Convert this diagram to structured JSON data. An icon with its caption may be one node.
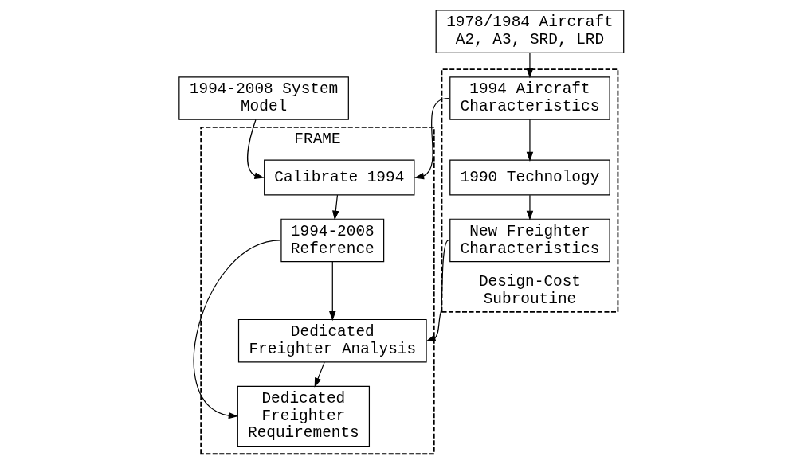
{
  "diagram": {
    "nodes": [
      {
        "text": [
          "1994-2008 System Model"
        ]
      },
      {
        "text": [
          "1978/1984 Aircraft A2, A3, SRD, LRD"
        ]
      },
      {
        "text": [
          "FRAME"
        ]
      },
      {
        "text": [
          "Calibrate 1994"
        ],
        "in": 2
      },
      {
        "text": [
          "1994-2008 Reference"
        ],
        "in": 2
      },
      {
        "text": [
          "Dedicated Freighter Analysis"
        ],
        "in": 2
      },
      {
        "text": [
          "Dedicated Freighter Requirements"
        ],
        "in": 2
      },
      {
        "text": [
          "Design-Cost Subroutine"
        ]
      },
      {
        "text": [
          "1994 Aircraft Characteristics"
        ],
        "in": 7
      },
      {
        "text": [
          "1990 Technology"
        ],
        "in": 7
      },
      {
        "text": [
          "New Freighter Characteristics"
        ],
        "in": 7
      }
    ],
    "edges": [
      {
        "from": 0,
        "to": 3,
        "arrow": "to"
      },
      {
        "from": 1,
        "to": 8,
        "arrow": "to"
      },
      {
        "from": 8,
        "to": 3,
        "arrow": "to"
      },
      {
        "from": 3,
        "to": 4,
        "arrow": "to"
      },
      {
        "from": 4,
        "to": 5,
        "arrow": "to"
      },
      {
        "from": 5,
        "to": 6,
        "arrow": "to"
      },
      {
        "from": 4,
        "to": 6,
        "arrow": "to"
      },
      {
        "from": 8,
        "to": 9,
        "arrow": "to"
      },
      {
        "from": 9,
        "to": 10,
        "arrow": "to"
      },
      {
        "from": 10,
        "to": 5,
        "arrow": "to"
      }
    ]
  }
}
